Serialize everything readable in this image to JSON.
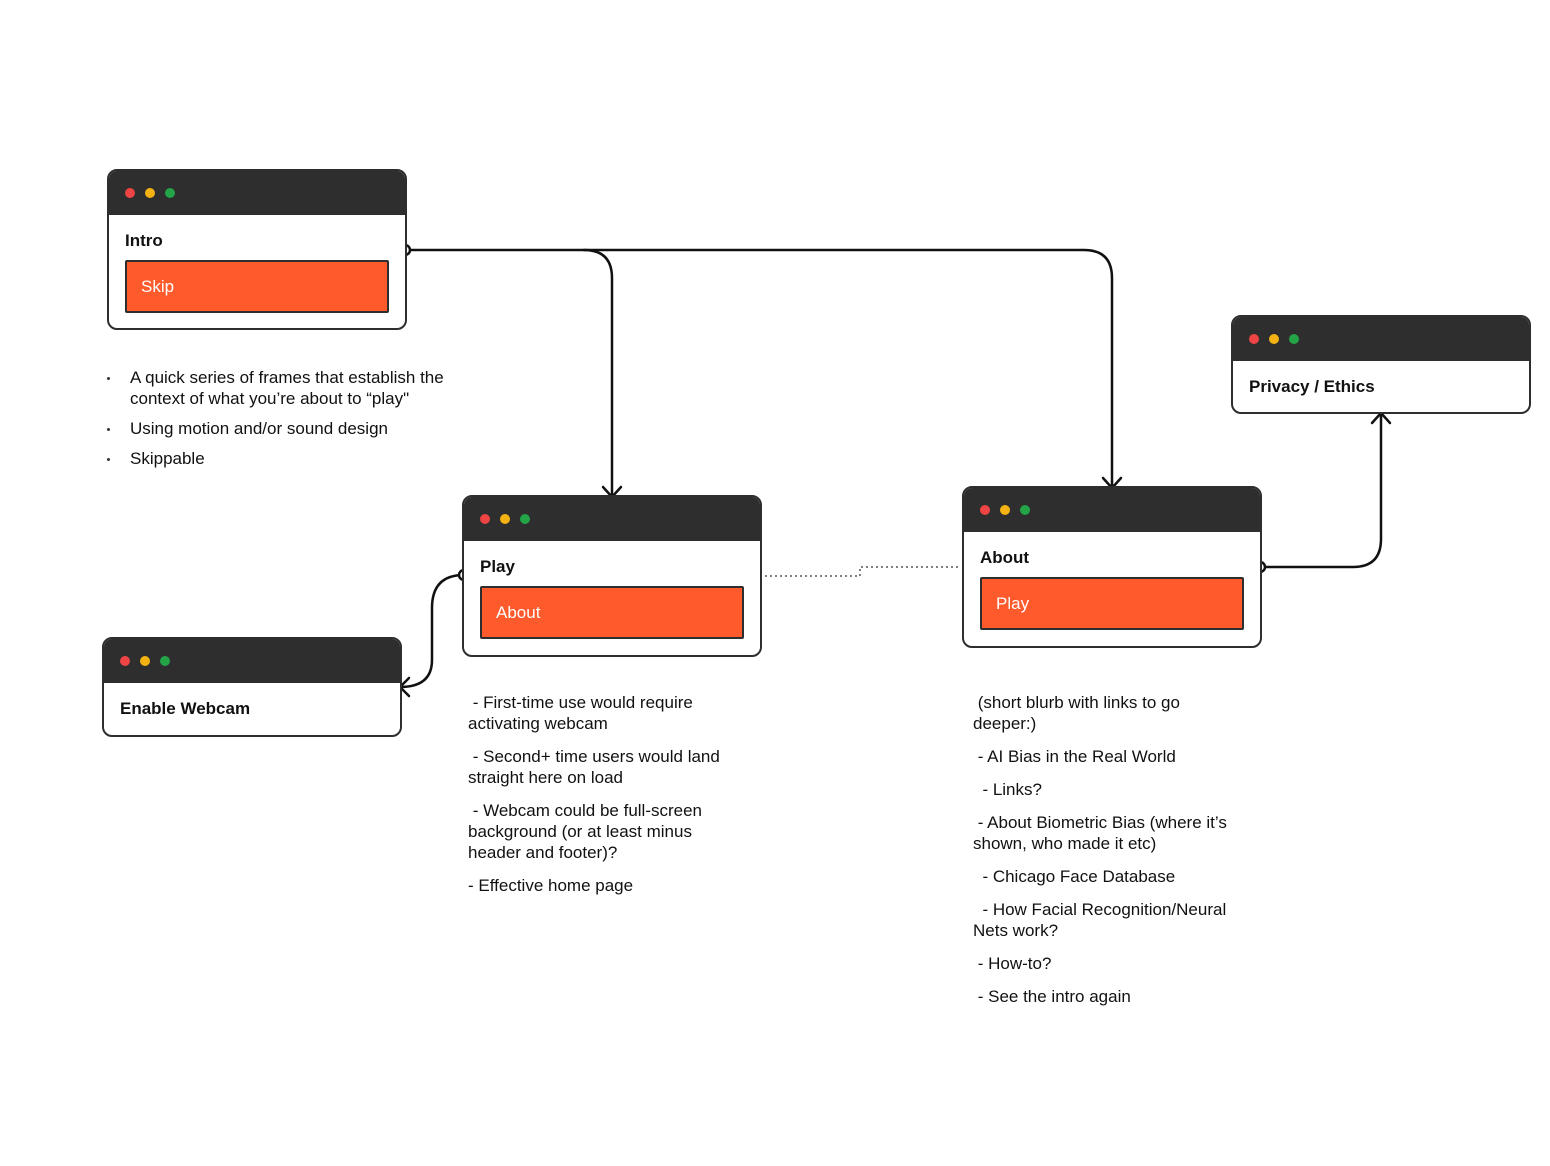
{
  "colors": {
    "window_bar": "#2e2e2e",
    "button_fill": "#ff5a2b",
    "dot_red": "#ef4444",
    "dot_yellow": "#f5b313",
    "dot_green": "#22a447"
  },
  "windows": {
    "intro": {
      "title": "Intro",
      "button": "Skip"
    },
    "play": {
      "title": "Play",
      "button": "About"
    },
    "about": {
      "title": "About",
      "button": "Play"
    },
    "privacy": {
      "title": "Privacy / Ethics"
    },
    "webcam": {
      "title": "Enable Webcam"
    }
  },
  "intro_notes": [
    "A quick series of frames that establish the context of what you’re about to “play\"",
    "Using motion and/or sound design",
    "Skippable"
  ],
  "play_notes": [
    " - First-time use would require\nactivating webcam",
    " - Second+ time users would land\nstraight here on load",
    " - Webcam could be full-screen\nbackground (or at least minus\nheader and footer)?",
    "- Effective home page"
  ],
  "about_notes": [
    " (short blurb with links to go\ndeeper:)",
    " - AI Bias in the Real World",
    "  - Links?",
    " - About Biometric Bias (where it’s\nshown, who made it etc)",
    "  - Chicago Face Database",
    "  - How Facial Recognition/Neural\nNets work?",
    " - How-to?",
    " - See the intro again"
  ]
}
